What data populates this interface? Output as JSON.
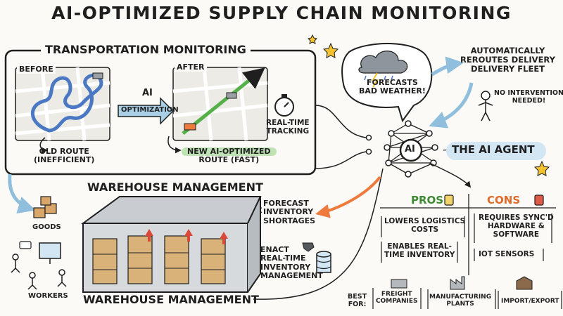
{
  "title": "AI-OPTIMIZED SUPPLY CHAIN MONITORING",
  "transport": {
    "heading": "TRANSPORTATION MONITORING",
    "before_label": "BEFORE",
    "after_label": "AFTER",
    "ai_label": "AI",
    "optimization_label": "OPTIMIZATION",
    "old_route_line1": "OLD ROUTE",
    "old_route_line2": "(INEFFICIENT)",
    "new_route_line1": "NEW AI-OPTIMIZED",
    "new_route_line2": "ROUTE (FAST)",
    "tracking_line1": "REAL-TIME",
    "tracking_line2": "TRACKING"
  },
  "weather": {
    "line1": "FORECASTS",
    "line2": "BAD WEATHER!"
  },
  "reroute": {
    "line1": "AUTOMATICALLY",
    "line2": "REROUTES DELIVERY",
    "line3": "DELIVERY FLEET"
  },
  "intervention": {
    "line1": "NO INTERVENTION",
    "line2": "NEEDED!"
  },
  "agent": {
    "core_label": "AI",
    "label": "THE AI AGENT"
  },
  "warehouse": {
    "top_banner": "WAREHOUSE MANAGEMENT",
    "bottom_banner": "WAREHOUSE MANAGEMENT",
    "goods_label": "GOODS",
    "workers_label": "WORKERS",
    "forecast_line1": "FORECAST",
    "forecast_line2": "INVENTORY",
    "forecast_line3": "SHORTAGES",
    "enact_line1": "ENACT",
    "enact_line2": "REAL-TIME",
    "enact_line3": "INVENTORY",
    "enact_line4": "MANAGEMENT"
  },
  "pros": {
    "heading": "PROS",
    "item1_line1": "LOWERS LOGISTICS",
    "item1_line2": "COSTS",
    "item2_line1": "ENABLES REAL-",
    "item2_line2": "TIME INVENTORY"
  },
  "cons": {
    "heading": "CONS",
    "item1_line1": "REQUIRES SYNC'D",
    "item1_line2": "HARDWARE &",
    "item1_line3": "SOFTWARE",
    "item2": "IOT SENSORS"
  },
  "best_for": {
    "label_line1": "BEST",
    "label_line2": "FOR:",
    "item1_line1": "FREIGHT",
    "item1_line2": "COMPANIES",
    "item2_line1": "MANUFACTURING",
    "item2_line2": "PLANTS",
    "item3": "IMPORT/EXPORT"
  },
  "colors": {
    "ink": "#1f1f1f",
    "route_blue": "#4a78c2",
    "route_green": "#55b04a",
    "arrow_blue": "#a9cfe6",
    "arrow_orange": "#ee7b3d",
    "alert_red": "#d8493a",
    "pros_green": "#5aa84a",
    "cons_orange": "#ee7b3d"
  },
  "icons": [
    "delivery-truck-icon",
    "stopwatch-icon",
    "storm-cloud-icon",
    "stick-figure-icon",
    "thumbs-up-icon",
    "thumbs-down-icon",
    "box-icon",
    "computer-monitor-icon",
    "barcode-scanner-icon",
    "database-icon",
    "factory-icon",
    "warehouse-icon",
    "star-icon"
  ]
}
